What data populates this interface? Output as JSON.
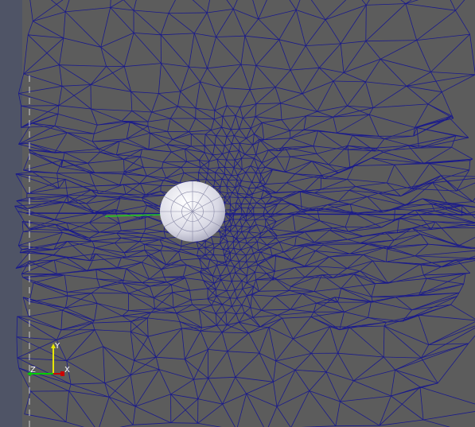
{
  "viewport": {
    "background_color": "#5c5c5c",
    "left_strip_color": "#4f5466",
    "mesh_color": "#1a1a8c",
    "sphere_color": "#dcdce6",
    "probe_line_color": "#22cc22"
  },
  "axes": {
    "x_label": "X",
    "y_label": "Y",
    "z_label": "Z",
    "x_color": "#cc0000",
    "y_color": "#e6e600",
    "z_color": "#00cc00"
  }
}
